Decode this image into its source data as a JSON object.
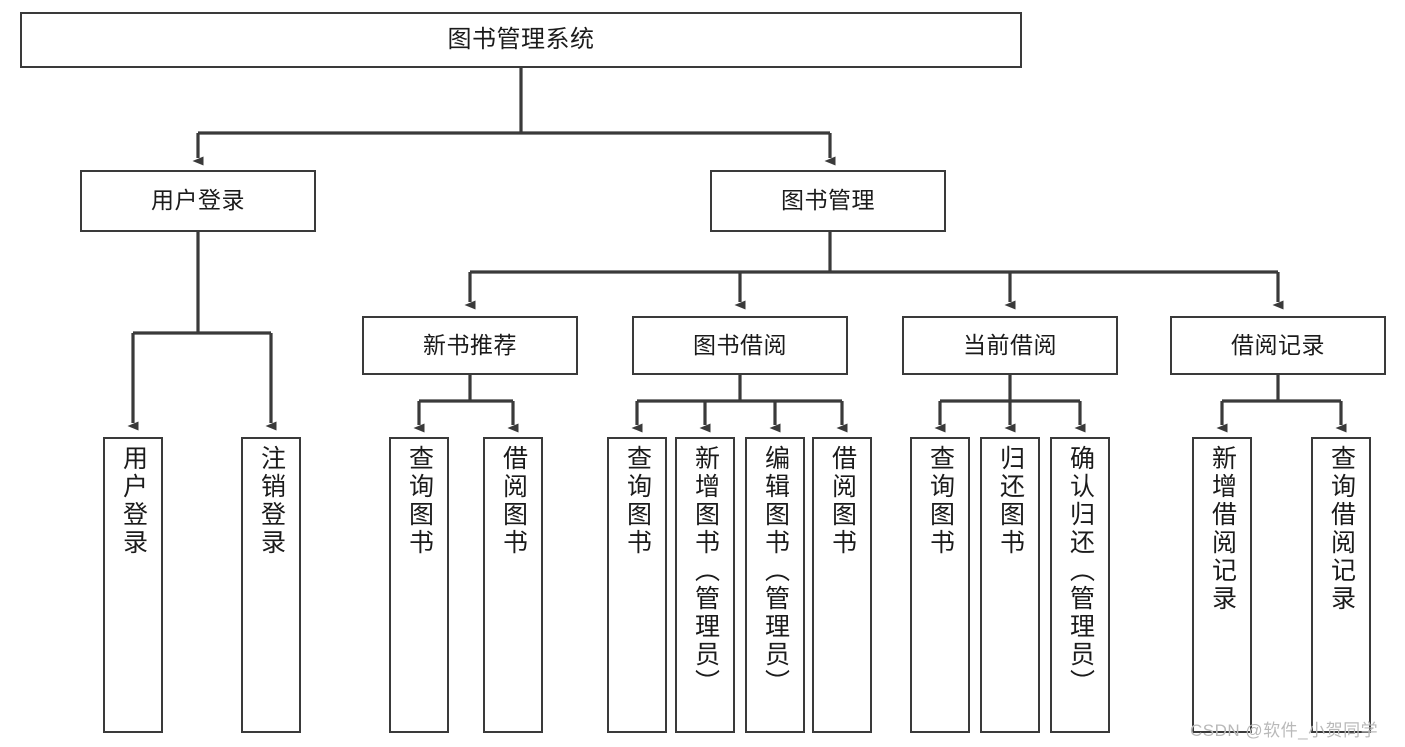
{
  "diagram": {
    "title": "图书管理系统",
    "root": {
      "id": "root",
      "label": "图书管理系统"
    },
    "level1": [
      {
        "id": "user-login",
        "label": "用户登录"
      },
      {
        "id": "book-manage",
        "label": "图书管理"
      }
    ],
    "level2": [
      {
        "id": "new-book-recommend",
        "label": "新书推荐"
      },
      {
        "id": "book-borrow",
        "label": "图书借阅"
      },
      {
        "id": "current-borrow",
        "label": "当前借阅"
      },
      {
        "id": "borrow-record",
        "label": "借阅记录"
      }
    ],
    "leaves": {
      "user_login": [
        {
          "id": "leaf-user-login",
          "label": "用户登录"
        },
        {
          "id": "leaf-logout-login",
          "label": "注销登录"
        }
      ],
      "new_book_recommend": [
        {
          "id": "leaf-query-book-1",
          "label": "查询图书"
        },
        {
          "id": "leaf-borrow-book-1",
          "label": "借阅图书"
        }
      ],
      "book_borrow": [
        {
          "id": "leaf-query-book-2",
          "label": "查询图书"
        },
        {
          "id": "leaf-add-book",
          "label": "新增图书（管理员）"
        },
        {
          "id": "leaf-edit-book",
          "label": "编辑图书（管理员）"
        },
        {
          "id": "leaf-borrow-book-2",
          "label": "借阅图书"
        }
      ],
      "current_borrow": [
        {
          "id": "leaf-query-book-3",
          "label": "查询图书"
        },
        {
          "id": "leaf-return-book",
          "label": "归还图书"
        },
        {
          "id": "leaf-confirm-return",
          "label": "确认归还（管理员）"
        }
      ],
      "borrow_record": [
        {
          "id": "leaf-add-record",
          "label": "新增借阅记录"
        },
        {
          "id": "leaf-query-record",
          "label": "查询借阅记录"
        }
      ]
    }
  },
  "watermark": {
    "text": "CSDN @软件_小贺同学"
  },
  "colors": {
    "box_border": "#3a3a3a",
    "box_fill": "#ffffff",
    "line": "#3a3a3a",
    "text": "#1b1b1b",
    "watermark": "#b9b9b9",
    "background": "#ffffff"
  }
}
